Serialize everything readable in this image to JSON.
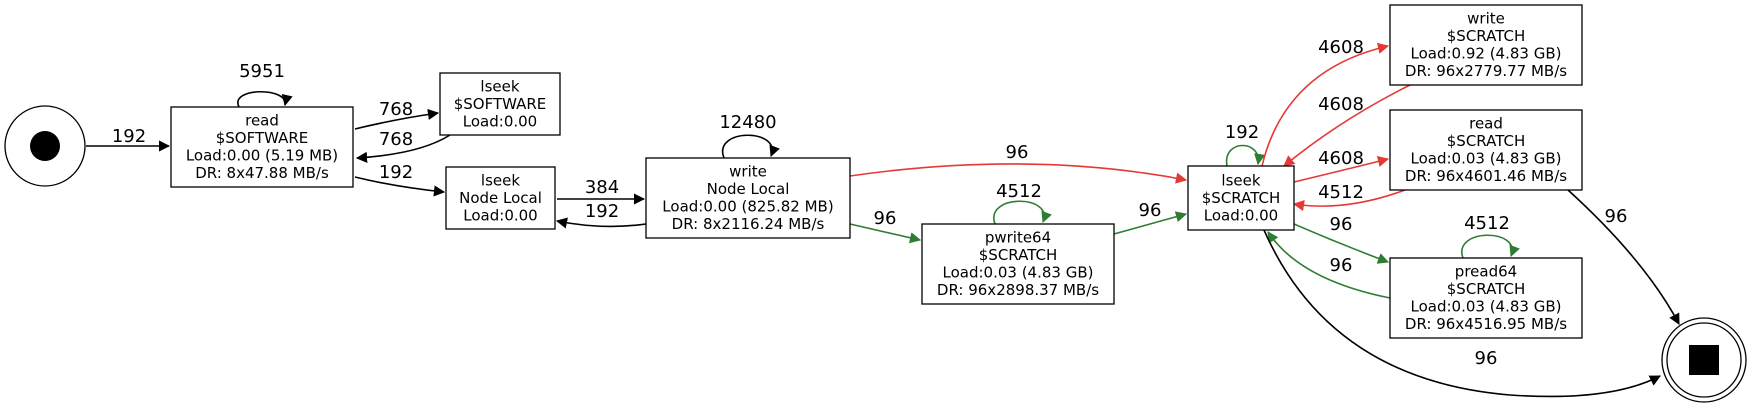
{
  "colors": {
    "default_edge": "#000000",
    "red_edge": "#e53935",
    "green_edge": "#2e7d32",
    "red_node_fill": "#ef9a9a",
    "green_node_fill": "#8bc34a",
    "plain_node_fill": "#ffffff"
  },
  "nodes": [
    {
      "id": "start",
      "kind": "start",
      "icon": "filled-circle-icon"
    },
    {
      "id": "read_software",
      "kind": "box",
      "fill": "plain",
      "lines": [
        "read",
        "$SOFTWARE",
        "Load:0.00 (5.19 MB)",
        "DR: 8x47.88 MB/s"
      ]
    },
    {
      "id": "lseek_software",
      "kind": "box",
      "fill": "plain",
      "lines": [
        "lseek",
        "$SOFTWARE",
        "Load:0.00"
      ]
    },
    {
      "id": "lseek_node_local",
      "kind": "box",
      "fill": "plain",
      "lines": [
        "lseek",
        "Node Local",
        "Load:0.00"
      ]
    },
    {
      "id": "write_node_local",
      "kind": "box",
      "fill": "plain",
      "lines": [
        "write",
        "Node Local",
        "Load:0.00 (825.82 MB)",
        "DR: 8x2116.24 MB/s"
      ]
    },
    {
      "id": "pwrite64_scratch",
      "kind": "box",
      "fill": "green",
      "lines": [
        "pwrite64",
        "$SCRATCH",
        "Load:0.03 (4.83 GB)",
        "DR: 96x2898.37 MB/s"
      ]
    },
    {
      "id": "lseek_scratch",
      "kind": "box",
      "fill": "plain",
      "lines": [
        "lseek",
        "$SCRATCH",
        "Load:0.00"
      ]
    },
    {
      "id": "write_scratch",
      "kind": "box",
      "fill": "red",
      "lines": [
        "write",
        "$SCRATCH",
        "Load:0.92 (4.83 GB)",
        "DR: 96x2779.77 MB/s"
      ]
    },
    {
      "id": "read_scratch",
      "kind": "box",
      "fill": "red",
      "lines": [
        "read",
        "$SCRATCH",
        "Load:0.03 (4.83 GB)",
        "DR: 96x4601.46 MB/s"
      ]
    },
    {
      "id": "pread64_scratch",
      "kind": "box",
      "fill": "green",
      "lines": [
        "pread64",
        "$SCRATCH",
        "Load:0.03 (4.83 GB)",
        "DR: 96x4516.95 MB/s"
      ]
    },
    {
      "id": "end",
      "kind": "end",
      "icon": "filled-square-icon"
    }
  ],
  "edges": [
    {
      "id": "start_to_read_software",
      "label": "192",
      "color": "default"
    },
    {
      "id": "read_software_self",
      "label": "5951",
      "color": "default"
    },
    {
      "id": "read_software_to_lseek_software",
      "label": "768",
      "color": "default"
    },
    {
      "id": "lseek_software_to_read_software",
      "label": "768",
      "color": "default"
    },
    {
      "id": "read_software_to_lseek_node_local",
      "label": "192",
      "color": "default"
    },
    {
      "id": "lseek_node_local_to_write_node_local",
      "label": "384",
      "color": "default"
    },
    {
      "id": "write_node_local_to_lseek_node_local",
      "label": "192",
      "color": "default"
    },
    {
      "id": "write_node_local_self",
      "label": "12480",
      "color": "default"
    },
    {
      "id": "write_node_local_to_lseek_scratch",
      "label": "96",
      "color": "red"
    },
    {
      "id": "write_node_local_to_pwrite64_scratch",
      "label": "96",
      "color": "green"
    },
    {
      "id": "pwrite64_scratch_self",
      "label": "4512",
      "color": "green"
    },
    {
      "id": "pwrite64_scratch_to_lseek_scratch",
      "label": "96",
      "color": "green"
    },
    {
      "id": "lseek_scratch_self",
      "label": "192",
      "color": "green"
    },
    {
      "id": "lseek_scratch_to_write_scratch",
      "label": "4608",
      "color": "red"
    },
    {
      "id": "write_scratch_to_lseek_scratch",
      "label": "4608",
      "color": "red"
    },
    {
      "id": "lseek_scratch_to_read_scratch",
      "label": "4608",
      "color": "red"
    },
    {
      "id": "read_scratch_to_lseek_scratch",
      "label": "4512",
      "color": "red"
    },
    {
      "id": "lseek_scratch_to_pread64_scratch",
      "label": "96",
      "color": "green"
    },
    {
      "id": "pread64_scratch_to_lseek_scratch",
      "label": "96",
      "color": "green"
    },
    {
      "id": "pread64_scratch_self",
      "label": "4512",
      "color": "green"
    },
    {
      "id": "read_scratch_to_end",
      "label": "96",
      "color": "default"
    },
    {
      "id": "lseek_scratch_to_end",
      "label": "96",
      "color": "default"
    }
  ]
}
